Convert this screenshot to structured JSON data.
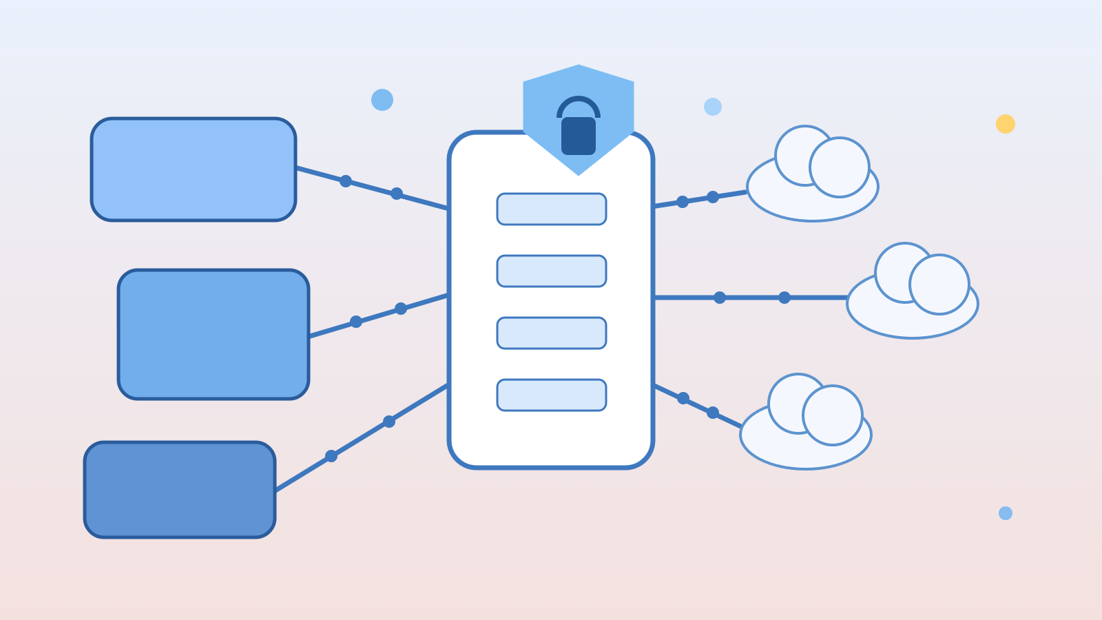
{
  "colors": {
    "background_top": "#EAF1FC",
    "background_bottom": "#F4E1DF",
    "outline": "#3E78BE",
    "outline_dark": "#2A5C9C",
    "box_light": "#93C2FB",
    "box_medium": "#72AEEC",
    "box_dark": "#6093D3",
    "server_fill": "#FFFFFF",
    "slot_fill": "#D8E9FC",
    "shield_fill": "#7DBDF3",
    "lock_fill": "#245A98",
    "cloud_fill": "#F4F8FE",
    "cloud_stroke": "#5D93CF",
    "dot_blue": "#7EBCF1",
    "dot_light_blue": "#A9D3FA",
    "dot_yellow": "#FFD36E",
    "dot_small_blue": "#86BCEF"
  },
  "icons": {
    "shield": "shield-icon",
    "lock": "padlock-icon",
    "cloud": "cloud-icon"
  },
  "diagram": {
    "source_boxes": 3,
    "server_slots": 4,
    "clouds": 3
  }
}
